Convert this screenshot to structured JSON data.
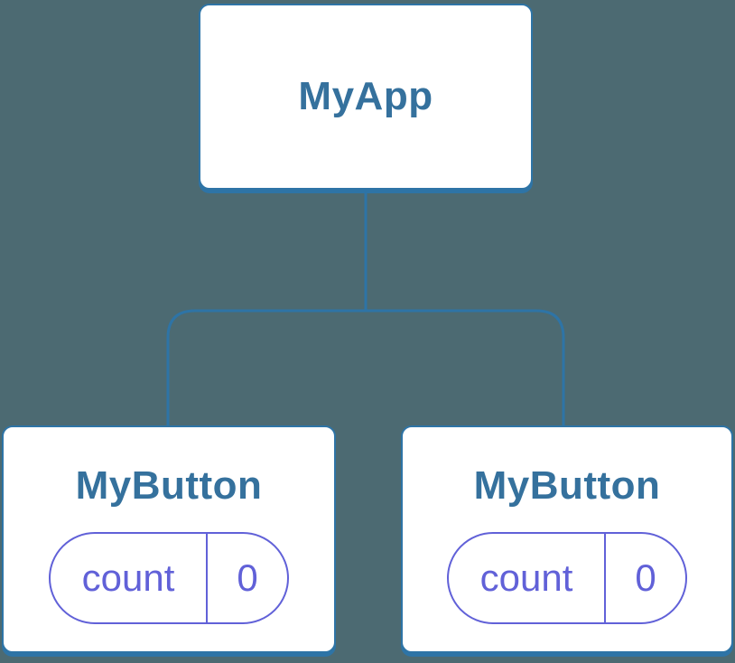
{
  "diagram": {
    "type": "component-tree",
    "nodes": {
      "root": {
        "label": "MyApp"
      },
      "child_left": {
        "label": "MyButton",
        "state_key": "count",
        "state_value": "0"
      },
      "child_right": {
        "label": "MyButton",
        "state_key": "count",
        "state_value": "0"
      }
    },
    "edges": [
      {
        "from": "root",
        "to": "child_left"
      },
      {
        "from": "root",
        "to": "child_right"
      }
    ]
  },
  "colors": {
    "background": "#4c6a72",
    "accent": "#2e74a6",
    "title": "#35719d",
    "state": "#6161d8",
    "box_fill": "#ffffff"
  }
}
